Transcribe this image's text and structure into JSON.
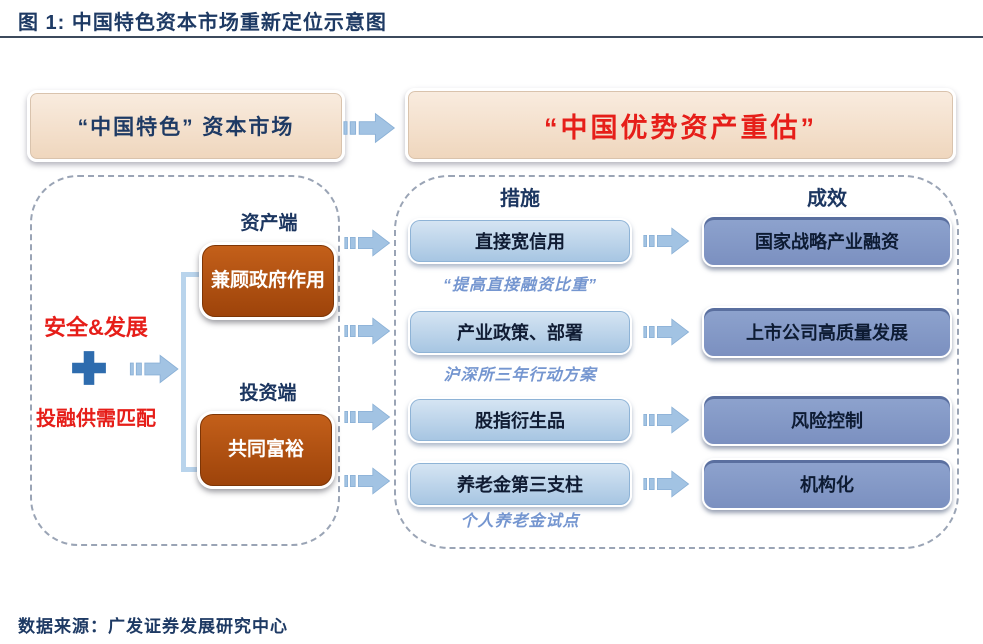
{
  "page": {
    "title": "图 1:  中国特色资本市场重新定位示意图",
    "source": "数据来源：广发证券发展研究中心"
  },
  "top": {
    "left_box": "“中国特色” 资本市场",
    "right_box": "“中国优势资产重估”"
  },
  "left_panel": {
    "driver_top": "安全&发展",
    "driver_bottom": "投融供需匹配",
    "asset_side_label": "资产端",
    "asset_box": "兼顾政府作用",
    "invest_side_label": "投资端",
    "invest_box": "共同富裕"
  },
  "right_panel": {
    "measures_header": "措施",
    "effects_header": "成效",
    "rows": [
      {
        "measure": "直接宽信用",
        "note": "“提高直接融资比重”",
        "effect": "国家战略产业融资"
      },
      {
        "measure": "产业政策、部署",
        "note": "沪深所三年行动方案",
        "effect": "上市公司高质量发展"
      },
      {
        "measure": "股指衍生品",
        "note": "",
        "effect": "风险控制"
      },
      {
        "measure": "养老金第三支柱",
        "note": "个人养老金试点",
        "effect": "机构化"
      }
    ]
  },
  "icons": {
    "striped_arrow": "striped-right-arrow-icon",
    "plus": "plus-icon",
    "bracket": "left-bracket-shape"
  },
  "colors": {
    "navy_text": "#1e3a64",
    "accent_red": "#e61e19",
    "peach_fill": "#f3dfc9",
    "brown_fill": "#b0500f",
    "measure_fill": "#b7cfe6",
    "effect_fill": "#8397c6",
    "arrow_blue": "#a2c3e3",
    "note_blue": "#7596d0",
    "dashed_border": "#9aa4b5"
  }
}
